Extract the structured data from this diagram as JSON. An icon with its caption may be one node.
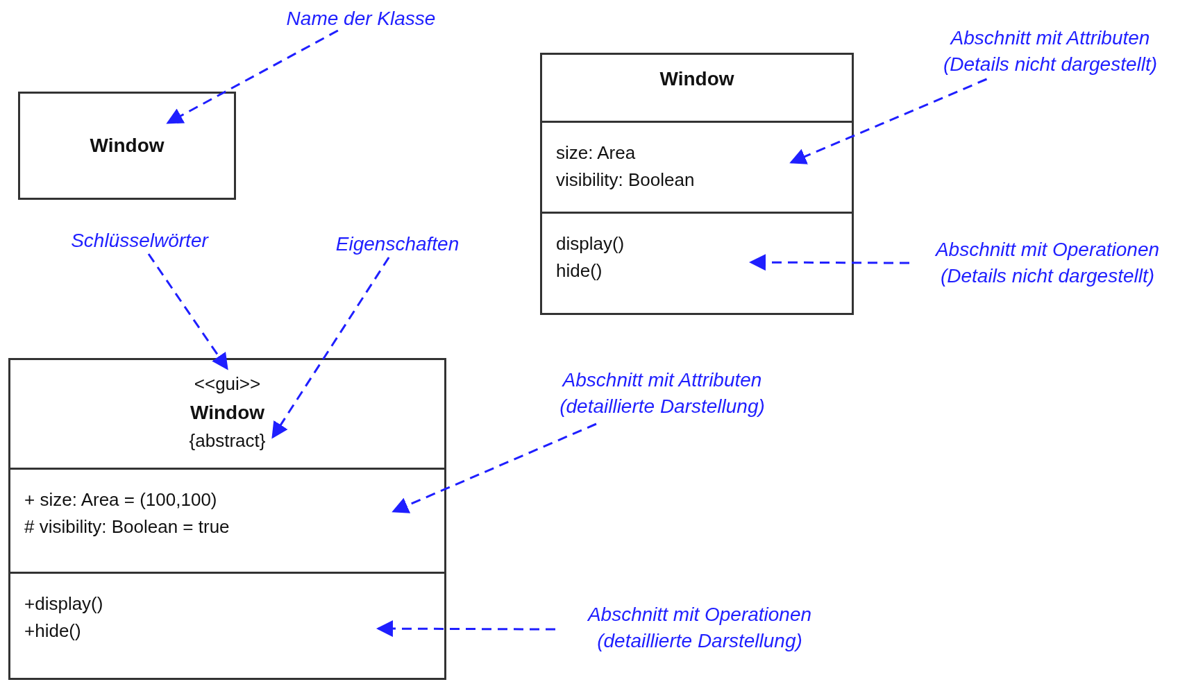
{
  "diagram": {
    "nodes": [
      {
        "text": [
          "Name der Klasse"
        ]
      },
      {
        "text": [
          "Window"
        ]
      },
      {
        "text": [],
        "shape": "box"
      },
      {
        "text": [
          "Window"
        ],
        "in": 2
      },
      {
        "text": [
          "size: Area",
          "visibility: Boolean"
        ],
        "in": 2
      },
      {
        "text": [
          "display()",
          "hide()"
        ],
        "in": 2
      },
      {
        "text": [
          "Abschnitt mit Attributen",
          "(Details nicht dargestellt)"
        ]
      },
      {
        "text": [
          "Abschnitt mit Operationen",
          "(Details nicht dargestellt)"
        ]
      },
      {
        "text": [
          "Schlüsselwörter"
        ]
      },
      {
        "text": [
          "Eigenschaften"
        ]
      },
      {
        "text": [],
        "shape": "box"
      },
      {
        "text": [
          "<<gui>>",
          "Window",
          "{abstract}"
        ],
        "in": 10
      },
      {
        "text": [
          "+ size: Area = (100,100)",
          "# visibility: Boolean = true"
        ],
        "in": 10
      },
      {
        "text": [
          "+display()",
          "+hide()"
        ],
        "in": 10
      },
      {
        "text": [
          "Abschnitt mit Attributen",
          "(detaillierte Darstellung)"
        ]
      },
      {
        "text": [
          "Abschnitt mit Operationen",
          "(detaillierte Darstellung)"
        ]
      }
    ],
    "edges": [
      {
        "from": 0,
        "to": 1,
        "arrow": "to",
        "style": "dashed",
        "color": "#1f1fff"
      },
      {
        "from": 6,
        "to": 4,
        "arrow": "to",
        "style": "dashed",
        "color": "#1f1fff"
      },
      {
        "from": 7,
        "to": 5,
        "arrow": "to",
        "style": "dashed",
        "color": "#1f1fff"
      },
      {
        "from": 8,
        "to": 11,
        "arrow": "to",
        "style": "dashed",
        "color": "#1f1fff"
      },
      {
        "from": 9,
        "to": 11,
        "arrow": "to",
        "style": "dashed",
        "color": "#1f1fff"
      },
      {
        "from": 14,
        "to": 12,
        "arrow": "to",
        "style": "dashed",
        "color": "#1f1fff"
      },
      {
        "from": 15,
        "to": 13,
        "arrow": "to",
        "style": "dashed",
        "color": "#1f1fff"
      }
    ]
  }
}
